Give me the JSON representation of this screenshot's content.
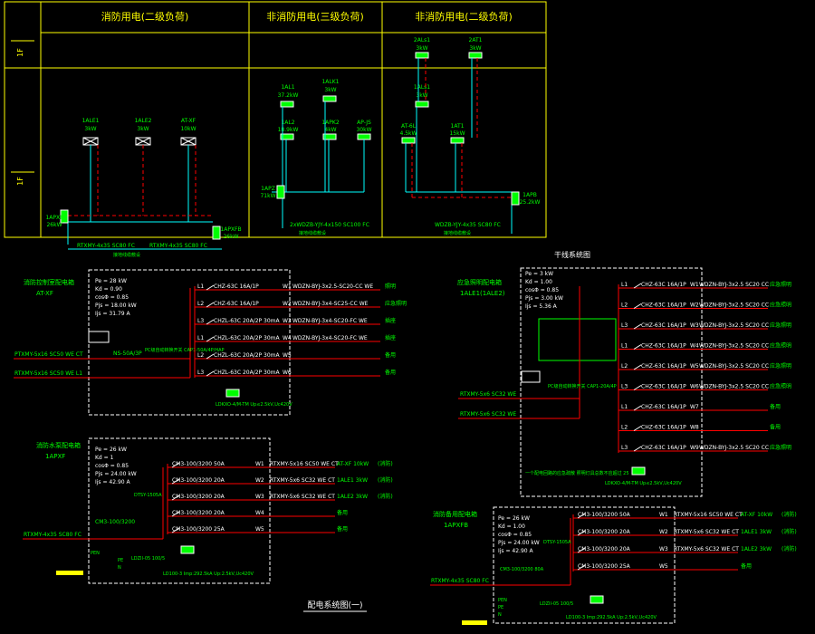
{
  "colors": {
    "background": "#000000",
    "frame": "#ffff00",
    "feeder": "#00ffff",
    "label": "#00ff00",
    "wire": "#ff0000",
    "box": "#ffffff",
    "panel": "#ffffff"
  },
  "riser": {
    "headers": [
      "消防用电(二级负荷)",
      "非消防用电(三级负荷)",
      "非消防用电(二级负荷)"
    ],
    "floor_labels": [
      "1F",
      "1F"
    ],
    "col1": {
      "top_boxes": [
        {
          "id": "1ALE1",
          "power": "3kW"
        },
        {
          "id": "1ALE2",
          "power": "3kW"
        },
        {
          "id": "AT-XF",
          "power": "10kW"
        }
      ],
      "main_box": {
        "id": "1APXF",
        "power": "26kW"
      },
      "side_box": {
        "id": "1APXFB",
        "power": "26kW"
      },
      "cables": [
        "RTXMY-4x35 SC80 FC",
        "RTXMY-4x35 SC80 FC"
      ],
      "cable_note": "接地线缆敷设"
    },
    "col2": {
      "boxes": [
        {
          "id": "1AL1",
          "power": "37.2kW"
        },
        {
          "id": "1ALK1",
          "power": "3kW"
        },
        {
          "id": "1AL2",
          "power": "18.9kW"
        },
        {
          "id": "1APK2",
          "power": "4kW"
        },
        {
          "id": "AP-JS",
          "power": "30kW"
        }
      ],
      "main_box": {
        "id": "1APZ",
        "power": "71kW"
      },
      "cable": "2xWDZB-YJY-4x150 SC100 FC",
      "cable_note": "接地线缆敷设"
    },
    "col3": {
      "top_boxes": [
        {
          "id": "2ALs1",
          "power": "3kW"
        },
        {
          "id": "2AT1",
          "power": "3kW"
        }
      ],
      "boxes": [
        {
          "id": "1ALs1",
          "power": "3kW"
        },
        {
          "id": "AT-6L",
          "power": "4.5kW"
        },
        {
          "id": "1AT1",
          "power": "15kW"
        }
      ],
      "main_box": {
        "id": "1APB",
        "power": "25.2kW"
      },
      "cable": "WDZB-YJY-4x35 SC80 FC",
      "cable_note": "接地线缆敷设"
    }
  },
  "panel_left_top": {
    "title": "消防控制室配电箱",
    "id": "AT-XF",
    "params": [
      "Pe = 28 kW",
      "Kd = 0.90",
      "cosΦ = 0.85",
      "Pjs = 18.00 kW",
      "Ijs = 31.79 A"
    ],
    "incoming": [
      "PTXMY-5x16 SC50 WE CT",
      "RTXMY-5x16 SC50 WE L1"
    ],
    "main_breaker": "NS-50A/3P",
    "ats": "PC级自动转换开关 CAP1-50A/4P/HAP",
    "spd": "LDKXO-4/M-TM  Up≤2.5kV,Uc420V",
    "circuits": [
      {
        "phase": "L1",
        "breaker": "CHZ-63C 16A/1P",
        "no": "W1",
        "cable": "WDZN-BYJ-3x2.5-SC20-CC WE",
        "use": "照明"
      },
      {
        "phase": "L2",
        "breaker": "CHZ-63C 16A/1P",
        "no": "W2",
        "cable": "WDZN-BYJ-3x4-SC25-CC WE",
        "use": "应急照明"
      },
      {
        "phase": "L3",
        "breaker": "CHZL-63C 20A/2P 30mA",
        "no": "W3",
        "cable": "WDZN-BYJ-3x4-SC20-FC WE",
        "use": "插座"
      },
      {
        "phase": "L1",
        "breaker": "CHZL-63C 20A/2P 30mA",
        "no": "W4",
        "cable": "WDZN-BYJ-3x4-SC20-FC WE",
        "use": "插座"
      },
      {
        "phase": "L2",
        "breaker": "CHZL-63C 20A/2P 30mA",
        "no": "W5",
        "cable": "",
        "use": "备用"
      },
      {
        "phase": "L3",
        "breaker": "CHZL-63C 20A/2P 30mA",
        "no": "W6",
        "cable": "",
        "use": "备用"
      }
    ]
  },
  "panel_left_bottom": {
    "title": "消防水泵配电箱",
    "id": "1APXF",
    "params": [
      "Pe = 26 kW",
      "Kd = 1",
      "cosΦ = 0.85",
      "Pjs = 24.00 kW",
      "Ijs = 42.90 A"
    ],
    "incoming": "RTXMY-4x35 SC80 FC",
    "main_breaker": "CM3-100/3200",
    "meter": "DTSY-1505A",
    "spd": "LDZII-05 100/5",
    "pe_labels": [
      "PEN",
      "PE",
      "N"
    ],
    "earth_note": "LD100-3 Imp:292.5kA Up:2.5kV,Uc420V",
    "circuits": [
      {
        "breaker": "CM3-100/3200 50A",
        "no": "W1",
        "cable": "RTXMY-5x16 SC50 WE CT",
        "load": "AT-XF 10kW",
        "note": "(消防)"
      },
      {
        "breaker": "CM3-100/3200 20A",
        "no": "W2",
        "cable": "RTXMY-5x6 SC32 WE CT",
        "load": "1ALE1 3kW",
        "note": "(消防)"
      },
      {
        "breaker": "CM3-100/3200 20A",
        "no": "W3",
        "cable": "RTXMY-5x6 SC32 WE CT",
        "load": "1ALE2 3kW",
        "note": "(消防)"
      },
      {
        "breaker": "CM3-100/3200 20A",
        "no": "W4",
        "cable": "",
        "load": "备用",
        "note": ""
      },
      {
        "breaker": "CM3-100/3200 25A",
        "no": "W5",
        "cable": "",
        "load": "备用",
        "note": ""
      }
    ]
  },
  "panel_right_top": {
    "title_top": "干线系统图",
    "title": "应急照明配电箱",
    "id": "1ALE1(1ALE2)",
    "params": [
      "Pe = 3 kW",
      "Kd = 1.00",
      "cosΦ = 0.85",
      "Pjs = 3.00 kW",
      "Ijs = 5.36 A"
    ],
    "incoming": [
      "RTXMY-5x6 SC32 WE",
      "RTXMY-5x6 SC32 WE"
    ],
    "ats": "PC级自动转换开关 CAP1-20A/4P",
    "spd": "LDKXO-4/M-TM  Up≤2.5kV,Uc420V",
    "note": "一个配电回路的应急疏散 照明灯具总数不应超过 25",
    "circuits": [
      {
        "phase": "L1",
        "breaker": "CHZ-63C 16A/1P",
        "no": "W1",
        "cable": "WDZN-BYJ-3x2.5 SC20 CC",
        "use": "应急照明"
      },
      {
        "phase": "L2",
        "breaker": "CHZ-63C 16A/1P",
        "no": "W2",
        "cable": "WDZN-BYJ-3x2.5 SC20 CC",
        "use": "应急照明"
      },
      {
        "phase": "L3",
        "breaker": "CHZ-63C 16A/1P",
        "no": "W3",
        "cable": "WDZN-BYJ-3x2.5 SC20 CC",
        "use": "应急照明"
      },
      {
        "phase": "L1",
        "breaker": "CHZ-63C 16A/1P",
        "no": "W4",
        "cable": "WDZN-BYJ-3x2.5 SC20 CC",
        "use": "应急照明"
      },
      {
        "phase": "L2",
        "breaker": "CHZ-63C 16A/1P",
        "no": "W5",
        "cable": "WDZN-BYJ-3x2.5 SC20 CC",
        "use": "应急照明"
      },
      {
        "phase": "L3",
        "breaker": "CHZ-63C 16A/1P",
        "no": "W6",
        "cable": "WDZN-BYJ-3x2.5 SC20 CC",
        "use": "应急照明"
      },
      {
        "phase": "L1",
        "breaker": "CHZ-63C 16A/1P",
        "no": "W7",
        "cable": "",
        "use": "备用"
      },
      {
        "phase": "L2",
        "breaker": "CHZ-63C 16A/1P",
        "no": "W8",
        "cable": "",
        "use": "备用"
      },
      {
        "phase": "L3",
        "breaker": "CHZ-63C 16A/1P",
        "no": "W9",
        "cable": "WDZN-BYJ-3x2.5 SC20 CC",
        "use": "应急照明"
      }
    ]
  },
  "panel_right_bottom": {
    "title": "消防备用配电箱",
    "id": "1APXFB",
    "params": [
      "Pe = 26 kW",
      "Kd = 1.00",
      "cosΦ = 0.85",
      "Pjs = 24.00 kW",
      "Ijs = 42.90 A"
    ],
    "incoming": "RTXMY-4x35 SC80 FC",
    "main_breaker": "CM3-100/3200 80A",
    "meter": "DTSY-1505A",
    "spd": "LDZII-05 100/5",
    "pe_labels": [
      "PEN",
      "PE",
      "N"
    ],
    "earth_note": "LD100-3 Imp:292.5kA Up:2.5kV,Uc420V",
    "circuits": [
      {
        "breaker": "CM3-100/3200 50A",
        "no": "W1",
        "cable": "RTXMY-5x16 SC50 WE CT",
        "load": "AT-XF 10kW",
        "note": "(消防)"
      },
      {
        "breaker": "CM3-100/3200 20A",
        "no": "W2",
        "cable": "RTXMY-5x6 SC32 WE CT",
        "load": "1ALE1 3kW",
        "note": "(消防)"
      },
      {
        "breaker": "CM3-100/3200 20A",
        "no": "W3",
        "cable": "RTXMY-5x6 SC32 WE CT",
        "load": "1ALE2 3kW",
        "note": "(消防)"
      },
      {
        "breaker": "CM3-100/3200 25A",
        "no": "W5",
        "cable": "",
        "load": "备用",
        "note": ""
      }
    ]
  },
  "footer_title": "配电系统图(一)"
}
